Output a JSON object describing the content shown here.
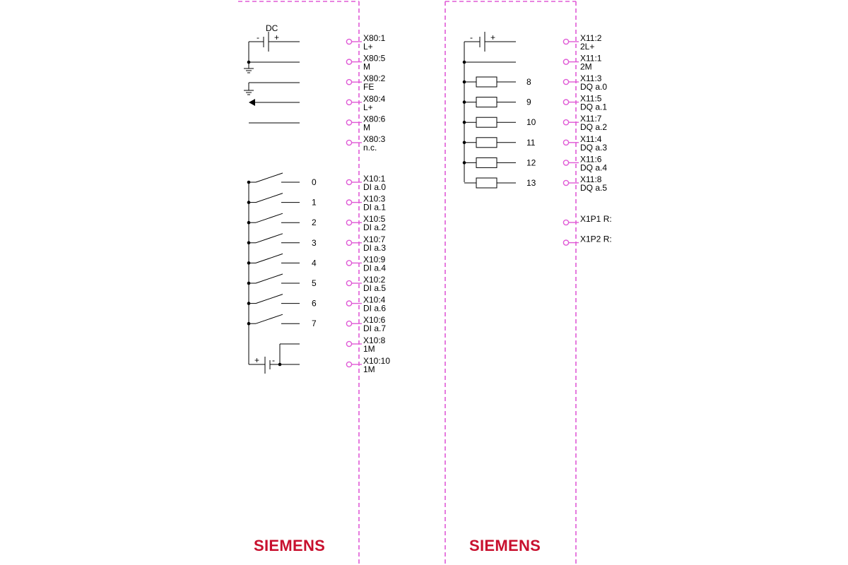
{
  "colors": {
    "frame": "#e05ad6",
    "terminal": "#e05ad6",
    "logo": "#c8102e",
    "wire": "#000000"
  },
  "left_module": {
    "logo": "SIEMENS",
    "supply_label": "DC",
    "battery_minus": "-",
    "battery_plus": "+",
    "supply_terminals": [
      {
        "id": "X80:1",
        "signal": "L+"
      },
      {
        "id": "X80:5",
        "signal": "M"
      },
      {
        "id": "X80:2",
        "signal": "FE"
      },
      {
        "id": "X80:4",
        "signal": "L+"
      },
      {
        "id": "X80:6",
        "signal": "M"
      },
      {
        "id": "X80:3",
        "signal": "n.c."
      }
    ],
    "inputs": [
      {
        "channel": "0",
        "id": "X10:1",
        "signal": "DI a.0"
      },
      {
        "channel": "1",
        "id": "X10:3",
        "signal": "DI a.1"
      },
      {
        "channel": "2",
        "id": "X10:5",
        "signal": "DI a.2"
      },
      {
        "channel": "3",
        "id": "X10:7",
        "signal": "DI a.3"
      },
      {
        "channel": "4",
        "id": "X10:9",
        "signal": "DI a.4"
      },
      {
        "channel": "5",
        "id": "X10:2",
        "signal": "DI a.5"
      },
      {
        "channel": "6",
        "id": "X10:4",
        "signal": "DI a.6"
      },
      {
        "channel": "7",
        "id": "X10:6",
        "signal": "DI a.7"
      }
    ],
    "common_terminals": [
      {
        "id": "X10:8",
        "signal": "1M"
      },
      {
        "id": "X10:10",
        "signal": "1M"
      }
    ],
    "input_battery_plus": "+",
    "input_battery_minus": "-"
  },
  "right_module": {
    "logo": "SIEMENS",
    "battery_minus": "-",
    "battery_plus": "+",
    "supply_terminals": [
      {
        "id": "X11:2",
        "signal": "2L+"
      },
      {
        "id": "X11:1",
        "signal": "2M"
      }
    ],
    "outputs": [
      {
        "channel": "8",
        "id": "X11:3",
        "signal": "DQ a.0"
      },
      {
        "channel": "9",
        "id": "X11:5",
        "signal": "DQ a.1"
      },
      {
        "channel": "10",
        "id": "X11:7",
        "signal": "DQ a.2"
      },
      {
        "channel": "11",
        "id": "X11:4",
        "signal": "DQ a.3"
      },
      {
        "channel": "12",
        "id": "X11:6",
        "signal": "DQ a.4"
      },
      {
        "channel": "13",
        "id": "X11:8",
        "signal": "DQ a.5"
      }
    ],
    "ports": [
      {
        "id": "X1P1 R:"
      },
      {
        "id": "X1P2 R:"
      }
    ]
  }
}
